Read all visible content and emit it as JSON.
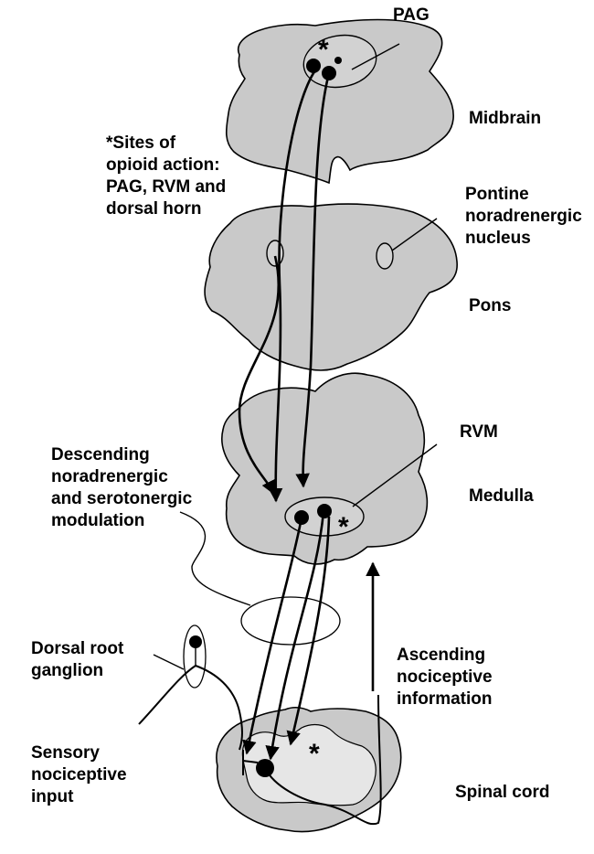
{
  "labels": {
    "pag": "PAG",
    "midbrain": "Midbrain",
    "sites_line1": "*Sites of",
    "sites_line2": "opioid action:",
    "sites_line3": "PAG, RVM and",
    "sites_line4": "dorsal horn",
    "pontine_line1": "Pontine",
    "pontine_line2": "noradrenergic",
    "pontine_line3": "nucleus",
    "pons": "Pons",
    "rvm": "RVM",
    "descending_line1": "Descending",
    "descending_line2": "noradrenergic",
    "descending_line3": "and serotonergic",
    "descending_line4": "modulation",
    "medulla": "Medulla",
    "drg_line1": "Dorsal root",
    "drg_line2": "ganglion",
    "ascending_line1": "Ascending",
    "ascending_line2": "nociceptive",
    "ascending_line3": "information",
    "sensory_line1": "Sensory",
    "sensory_line2": "nociceptive",
    "sensory_line3": "input",
    "spinal_cord": "Spinal cord"
  },
  "markers": {
    "opioid_site": "*"
  },
  "colors": {
    "tissue": "#c9c9c9",
    "grey_matter": "#e6e6e6",
    "ink": "#000000",
    "background": "#ffffff"
  }
}
